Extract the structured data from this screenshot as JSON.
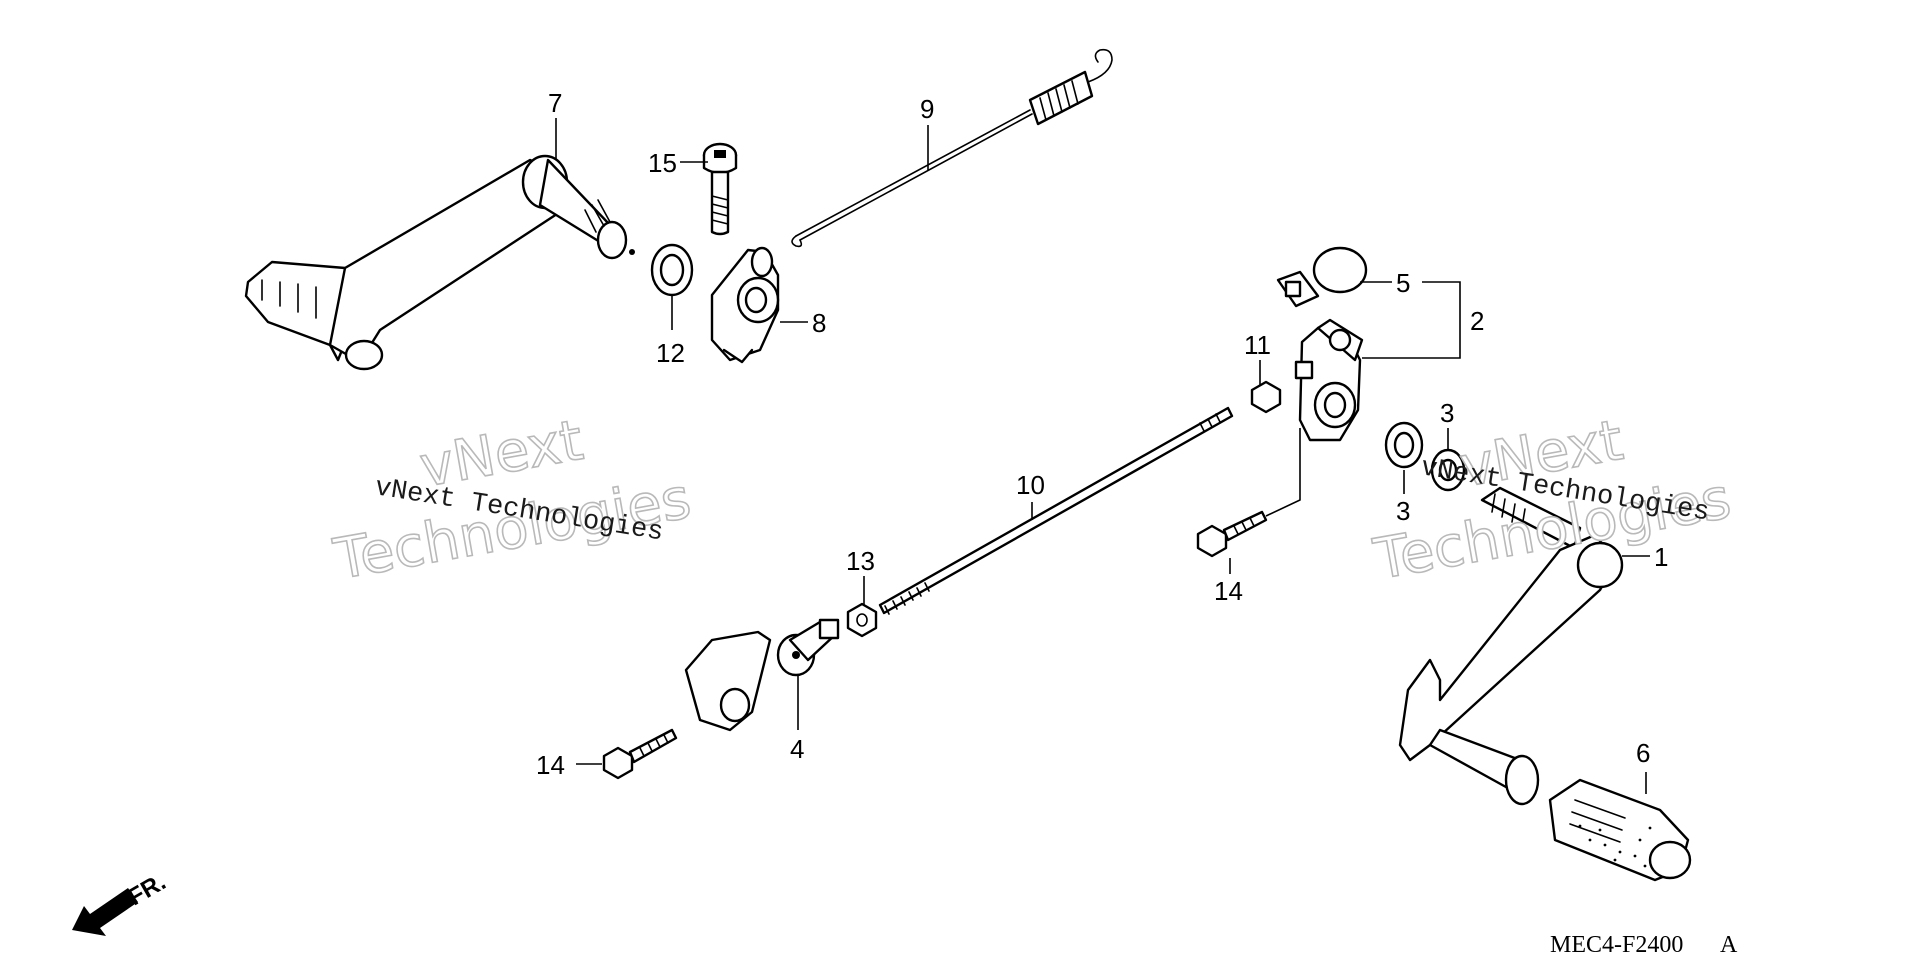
{
  "diagram": {
    "code": "MEC4-F2400",
    "code_suffix": "A",
    "direction_label": "FR.",
    "callouts": [
      {
        "id": "c7",
        "text": "7"
      },
      {
        "id": "c9",
        "text": "9"
      },
      {
        "id": "c15",
        "text": "15"
      },
      {
        "id": "c12",
        "text": "12"
      },
      {
        "id": "c8",
        "text": "8"
      },
      {
        "id": "c5",
        "text": "5"
      },
      {
        "id": "c2",
        "text": "2"
      },
      {
        "id": "c11",
        "text": "11"
      },
      {
        "id": "c3a",
        "text": "3"
      },
      {
        "id": "c3b",
        "text": "3"
      },
      {
        "id": "c10",
        "text": "10"
      },
      {
        "id": "c14a",
        "text": "14"
      },
      {
        "id": "c1",
        "text": "1"
      },
      {
        "id": "c13",
        "text": "13"
      },
      {
        "id": "c14b",
        "text": "14"
      },
      {
        "id": "c4",
        "text": "4"
      },
      {
        "id": "c6",
        "text": "6"
      }
    ]
  },
  "watermark": {
    "big_line1": "vNext",
    "big_line2": "Technologies",
    "small": "vNext Technologies"
  }
}
